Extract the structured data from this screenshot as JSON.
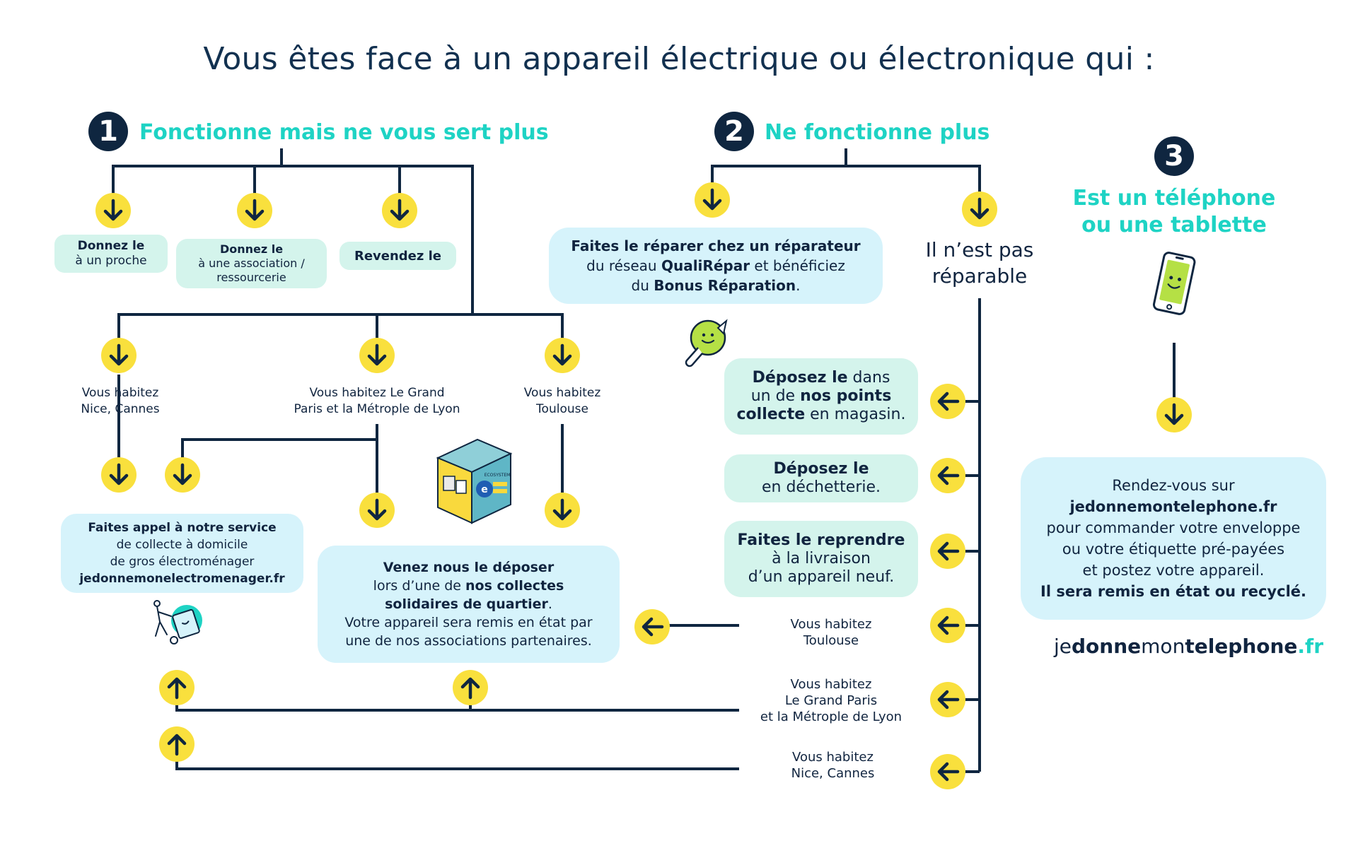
{
  "title": "Vous êtes face à un appareil électrique ou électronique qui :",
  "section1": {
    "number": "1",
    "heading": "Fonctionne mais ne vous sert plus",
    "option_proche": {
      "line1": "Donnez le",
      "line2": "à un proche"
    },
    "option_association": {
      "line1": "Donnez le",
      "line2": "à une association /",
      "line3": "ressourcerie"
    },
    "option_revendez": "Revendez le",
    "city_nice": {
      "line1": "Vous habitez",
      "line2": "Nice, Cannes"
    },
    "city_paris": {
      "line1": "Vous habitez Le Grand",
      "line2": "Paris et la Métrople de Lyon"
    },
    "city_toulouse": {
      "line1": "Vous habitez",
      "line2": "Toulouse"
    },
    "service_box": {
      "line1": "Faites appel à notre service",
      "line2": "de collecte à domicile",
      "line3": "de gros électroménager",
      "line4": "jedonnemonelectromenager.fr"
    },
    "depot_box": {
      "line1": "Venez nous le déposer",
      "line2_pre": "lors d’une de ",
      "line2_bold": "nos collectes",
      "line3_bold": "solidaires de quartier",
      "line3_post": ".",
      "line4": "Votre appareil sera remis en état par",
      "line5": "une de nos associations partenaires."
    },
    "booth_label": "ECOSYSTEM"
  },
  "section2": {
    "number": "2",
    "heading": "Ne fonctionne plus",
    "repair_box": {
      "line1": "Faites le réparer chez un réparateur",
      "line2_pre": "du réseau ",
      "line2_bold": "QualiRépar",
      "line2_post": " et bénéficiez",
      "line3_pre": "du ",
      "line3_bold": "Bonus Réparation",
      "line3_post": "."
    },
    "not_repairable": {
      "line1": "Il n’est pas",
      "line2": "réparable"
    },
    "points_box": {
      "line1_bold": "Déposez le",
      "line1_post": " dans",
      "line2_pre": "un de ",
      "line2_bold": "nos points",
      "line3_bold": "collecte",
      "line3_post": " en magasin."
    },
    "decheterie_box": {
      "line1": "Déposez le",
      "line2": "en déchetterie."
    },
    "reprendre_box": {
      "line1": "Faites le reprendre",
      "line2": "à la livraison",
      "line3": "d’un appareil neuf."
    },
    "city_toulouse": {
      "line1": "Vous habitez",
      "line2": "Toulouse"
    },
    "city_paris": {
      "line1": "Vous habitez",
      "line2": "Le Grand Paris",
      "line3": "et la Métrople de Lyon"
    },
    "city_nice": {
      "line1": "Vous habitez",
      "line2": "Nice, Cannes"
    }
  },
  "section3": {
    "number": "3",
    "heading_line1": "Est un téléphone",
    "heading_line2": "ou une tablette",
    "box": {
      "line1": "Rendez-vous sur",
      "line2": "jedonnemontelephone.fr",
      "line3": "pour commander votre enveloppe",
      "line4": "ou votre étiquette pré-payées",
      "line5": "et postez votre appareil.",
      "line6": "Il sera remis en état ou recyclé."
    },
    "logo": {
      "je": "je",
      "donne": "donne",
      "mon": "mon",
      "telephone": "telephone",
      "fr": ".fr"
    }
  },
  "colors": {
    "navy": "#0f2640",
    "teal": "#1ed3c4",
    "yellow": "#f9e03d",
    "mint": "#d4f4ec",
    "sky": "#d6f3fb"
  }
}
